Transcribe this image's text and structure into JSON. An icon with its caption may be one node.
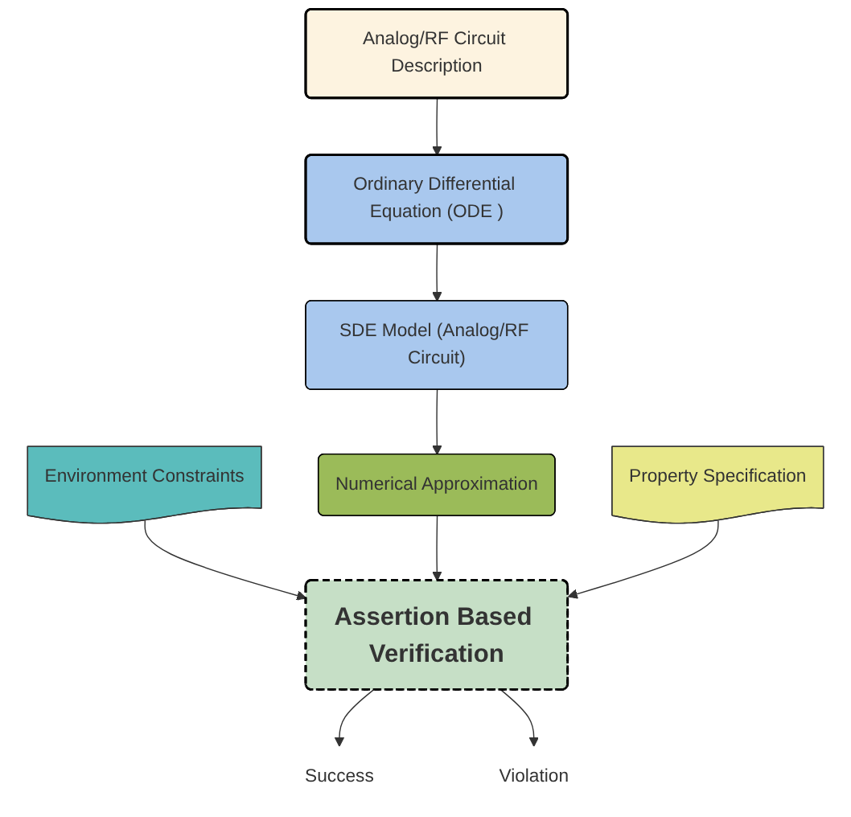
{
  "diagram": {
    "nodes": [
      {
        "text": [
          "Analog/RF Circuit Description"
        ]
      },
      {
        "text": [
          "Ordinary Differential Equation (ODE )"
        ]
      },
      {
        "text": [
          "Environment Constraints"
        ]
      },
      {
        "text": [
          "SDE Model (Analog/RF Circuit)"
        ]
      },
      {
        "text": [
          "Property Specification"
        ]
      },
      {
        "text": [
          "Numerical Approximation"
        ]
      },
      {
        "text": [
          "Assertion Based Verification"
        ]
      },
      {
        "text": [
          "Success"
        ]
      },
      {
        "text": [
          "Violation"
        ]
      }
    ],
    "edges": [
      {
        "from": 0,
        "to": 1,
        "arrow": "to"
      },
      {
        "from": 1,
        "to": 3,
        "arrow": "to"
      },
      {
        "from": 3,
        "to": 5,
        "arrow": "to"
      },
      {
        "from": 2,
        "to": 6,
        "arrow": "to"
      },
      {
        "from": 5,
        "to": 6,
        "arrow": "to"
      },
      {
        "from": 4,
        "to": 6,
        "arrow": "to"
      },
      {
        "from": 6,
        "to": 7,
        "arrow": "to"
      },
      {
        "from": 6,
        "to": 8,
        "arrow": "to"
      }
    ]
  }
}
